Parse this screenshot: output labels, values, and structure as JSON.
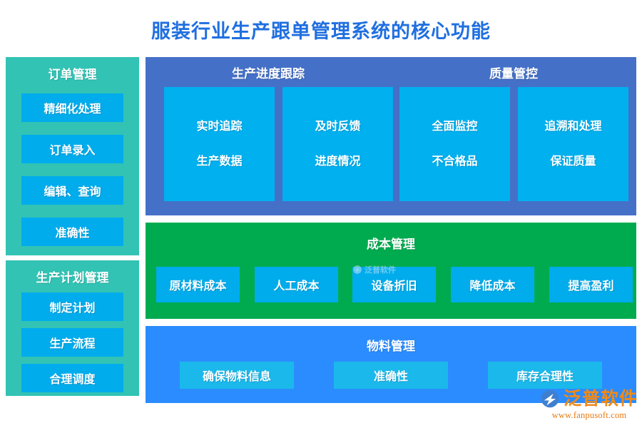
{
  "page": {
    "title": "服装行业生产跟单管理系统的核心功能",
    "title_color": "#1f6fe0",
    "background": "#ffffff"
  },
  "colors": {
    "teal_panel": "#32c3b4",
    "blue_button": "#00acec",
    "dark_blue_panel": "#4570c8",
    "cyan_card": "#00b0ef",
    "green_panel": "#00ab4f",
    "bright_blue_panel": "#2b8cff",
    "cyan_button": "#1bb8ec",
    "brand_orange": "#f08a18"
  },
  "order_panel": {
    "title": "订单管理",
    "items": [
      {
        "label": "精细化处理"
      },
      {
        "label": "订单录入"
      },
      {
        "label": "编辑、查询"
      },
      {
        "label": "准确性"
      }
    ]
  },
  "plan_panel": {
    "title": "生产计划管理",
    "items": [
      {
        "label": "制定计划"
      },
      {
        "label": "生产流程"
      },
      {
        "label": "合理调度"
      }
    ]
  },
  "progress_panel": {
    "title_left": "生产进度跟踪",
    "title_right": "质量管控",
    "cards": [
      {
        "line1": "实时追踪",
        "line2": "生产数据"
      },
      {
        "line1": "及时反馈",
        "line2": "进度情况"
      },
      {
        "line1": "全面监控",
        "line2": "不合格品"
      },
      {
        "line1": "追溯和处理",
        "line2": "保证质量"
      }
    ]
  },
  "cost_panel": {
    "title": "成本管理",
    "items": [
      {
        "label": "原材料成本"
      },
      {
        "label": "人工成本"
      },
      {
        "label": "设备折旧"
      },
      {
        "label": "降低成本"
      },
      {
        "label": "提高盈利"
      }
    ]
  },
  "material_panel": {
    "title": "物料管理",
    "items": [
      {
        "label": "确保物料信息"
      },
      {
        "label": "准确性"
      },
      {
        "label": "库存合理性"
      }
    ]
  },
  "watermark": {
    "text": "泛普软件"
  },
  "brand": {
    "name": "泛普软件",
    "url": "www.fanpusoft.com"
  }
}
